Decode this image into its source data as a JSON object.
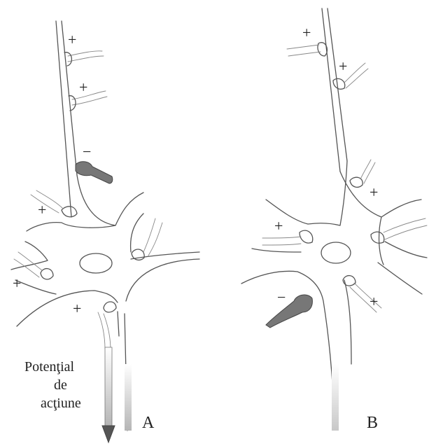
{
  "panels": {
    "a": {
      "label": "A",
      "signs": [
        "+",
        "+",
        "−",
        "+",
        "+",
        "+"
      ]
    },
    "b": {
      "label": "B",
      "signs": [
        "+",
        "+",
        "+",
        "+",
        "−",
        "+"
      ]
    }
  },
  "action_potential": {
    "line1": "Potenţial",
    "line2": "de",
    "line3": "acţiune"
  }
}
